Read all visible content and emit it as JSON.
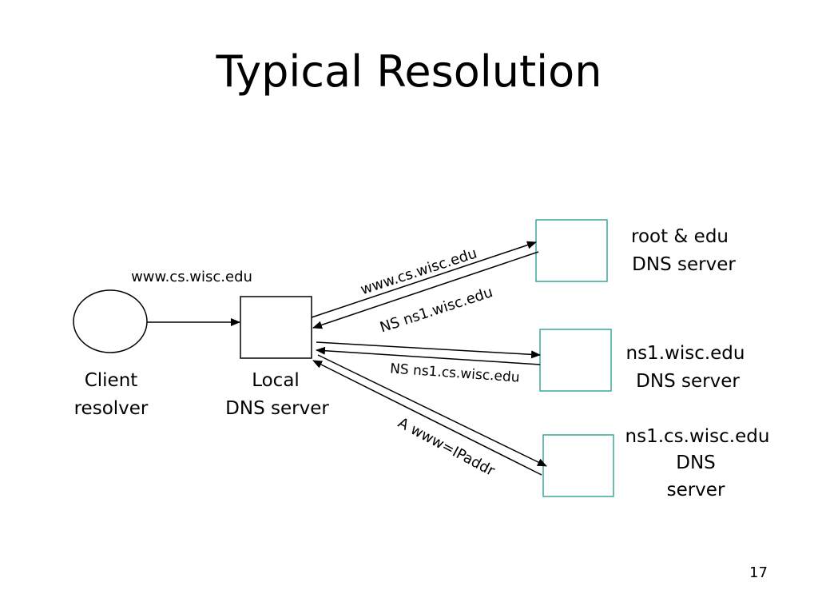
{
  "title": "Typical Resolution",
  "client": {
    "query": "www.cs.wisc.edu",
    "label_line1": "Client",
    "label_line2": "resolver"
  },
  "local_server": {
    "label_line1": "Local",
    "label_line2": "DNS server"
  },
  "root_server": {
    "label_line1": "root & edu",
    "label_line2": "DNS server"
  },
  "ns1_server": {
    "label_line1": "ns1.wisc.edu",
    "label_line2": "DNS server"
  },
  "cs_server": {
    "label_line1": "ns1.cs.wisc.edu",
    "label_line2": "DNS",
    "label_line3": "server"
  },
  "messages": {
    "query_to_root": "www.cs.wisc.edu",
    "reply_from_root": "NS ns1.wisc.edu",
    "reply_from_ns1": "NS ns1.cs.wisc.edu",
    "reply_from_cs": "A www=IPaddr"
  },
  "page_number": "17",
  "colors": {
    "server_box_border": "#3aa79a",
    "local_box_border": "#000000"
  }
}
